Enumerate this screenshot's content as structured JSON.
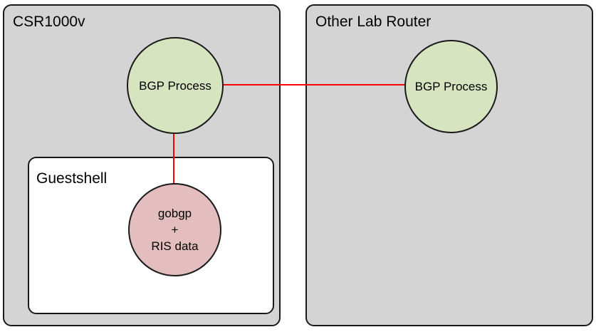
{
  "diagram": {
    "type": "network-architecture",
    "title": "",
    "containers": [
      {
        "id": "csr1000v",
        "label": "CSR1000v",
        "fill": "#D4D4D4",
        "stroke": "#1A1A1A"
      },
      {
        "id": "other-lab-router",
        "label": "Other Lab Router",
        "fill": "#D4D4D4",
        "stroke": "#1A1A1A"
      },
      {
        "id": "guestshell",
        "label": "Guestshell",
        "fill": "#FFFFFF",
        "stroke": "#1A1A1A"
      }
    ],
    "nodes": [
      {
        "id": "bgp-process-csr",
        "label": "BGP Process",
        "shape": "circle",
        "fill": "#D7E4C0",
        "stroke": "#1A1A1A",
        "parent": "csr1000v"
      },
      {
        "id": "bgp-process-other",
        "label": "BGP Process",
        "shape": "circle",
        "fill": "#D7E4C0",
        "stroke": "#1A1A1A",
        "parent": "other-lab-router"
      },
      {
        "id": "gobgp-ris",
        "shape": "circle",
        "fill": "#E4BEBE",
        "stroke": "#1A1A1A",
        "parent": "guestshell",
        "label_line1": "gobgp",
        "label_line2": "+",
        "label_line3": "RIS data"
      }
    ],
    "links": [
      {
        "id": "bgp-to-bgp",
        "from": "bgp-process-csr",
        "to": "bgp-process-other",
        "color": "#FF0000",
        "orientation": "horizontal"
      },
      {
        "id": "bgp-to-gobgp",
        "from": "bgp-process-csr",
        "to": "gobgp-ris",
        "color": "#FF0000",
        "orientation": "vertical"
      }
    ]
  }
}
